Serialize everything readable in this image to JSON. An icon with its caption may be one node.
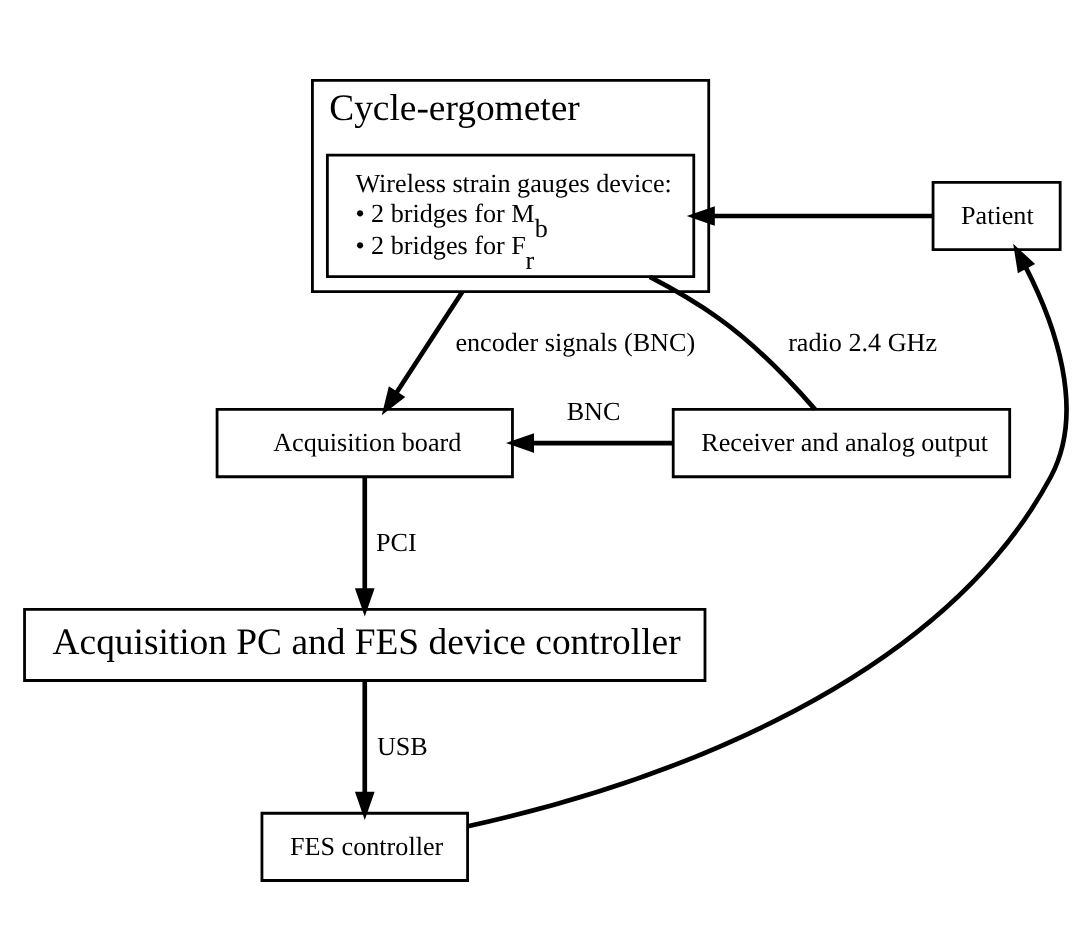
{
  "diagram": {
    "nodes": [
      {
        "text": [
          "Cycle-ergometer"
        ]
      },
      {
        "text": [
          "Wireless strain gauges device:",
          "• 2 bridges for M$_{b}$",
          "• 2 bridges for F$_{r}$"
        ],
        "in": 0
      },
      {
        "text": [
          "Patient"
        ]
      },
      {
        "text": [
          "Acquisition board"
        ]
      },
      {
        "text": [
          "Receiver and analog output"
        ]
      },
      {
        "text": [
          "Acquisition PC and FES device controller"
        ]
      },
      {
        "text": [
          "FES controller"
        ]
      }
    ],
    "edges": [
      {
        "from": 2,
        "to": 1,
        "arrow": "to"
      },
      {
        "from": 0,
        "to": 3,
        "arrow": "to",
        "label": "encoder signals (BNC)"
      },
      {
        "from": 1,
        "to": 4,
        "arrow": "none",
        "label": "radio 2.4 GHz"
      },
      {
        "from": 4,
        "to": 3,
        "arrow": "to",
        "label": "BNC"
      },
      {
        "from": 3,
        "to": 5,
        "arrow": "to",
        "label": "PCI"
      },
      {
        "from": 5,
        "to": 6,
        "arrow": "to",
        "label": "USB"
      },
      {
        "from": 6,
        "to": 2,
        "arrow": "to"
      }
    ]
  }
}
